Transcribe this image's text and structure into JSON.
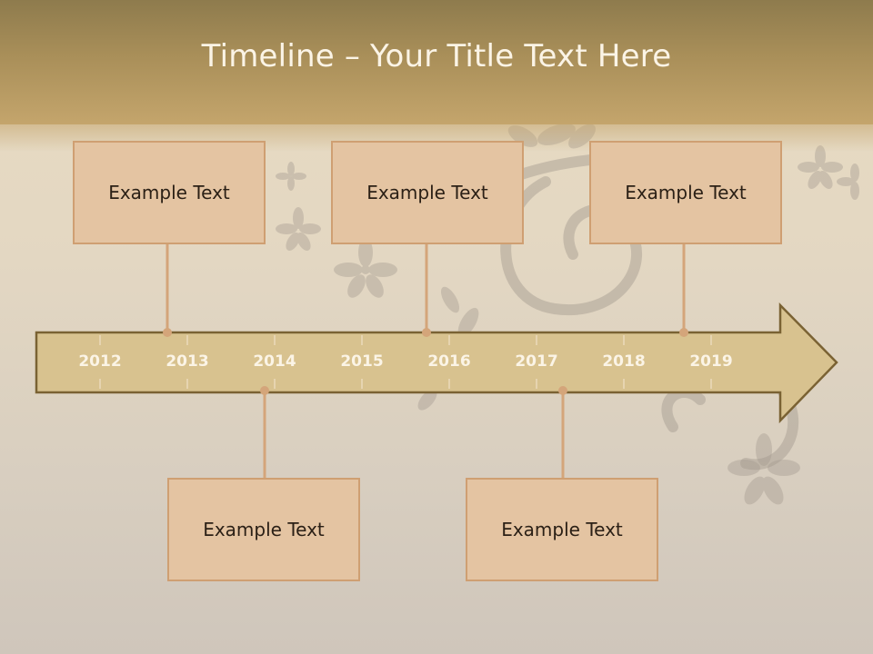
{
  "slide": {
    "title": "Timeline – Your Title Text Here"
  },
  "timeline": {
    "years": [
      "2012",
      "2013",
      "2014",
      "2015",
      "2016",
      "2017",
      "2018",
      "2019"
    ],
    "events_top": [
      {
        "label": "Example Text"
      },
      {
        "label": "Example Text"
      },
      {
        "label": "Example Text"
      }
    ],
    "events_bottom": [
      {
        "label": "Example Text"
      },
      {
        "label": "Example Text"
      }
    ]
  },
  "colors": {
    "header": "#a98f59",
    "arrow_fill": "#d8c28f",
    "arrow_stroke": "#7a6233",
    "box_fill": "#e4c4a2",
    "box_border": "#cf9f72",
    "connector": "#d4a57a",
    "year_text": "#fbf4e6"
  }
}
